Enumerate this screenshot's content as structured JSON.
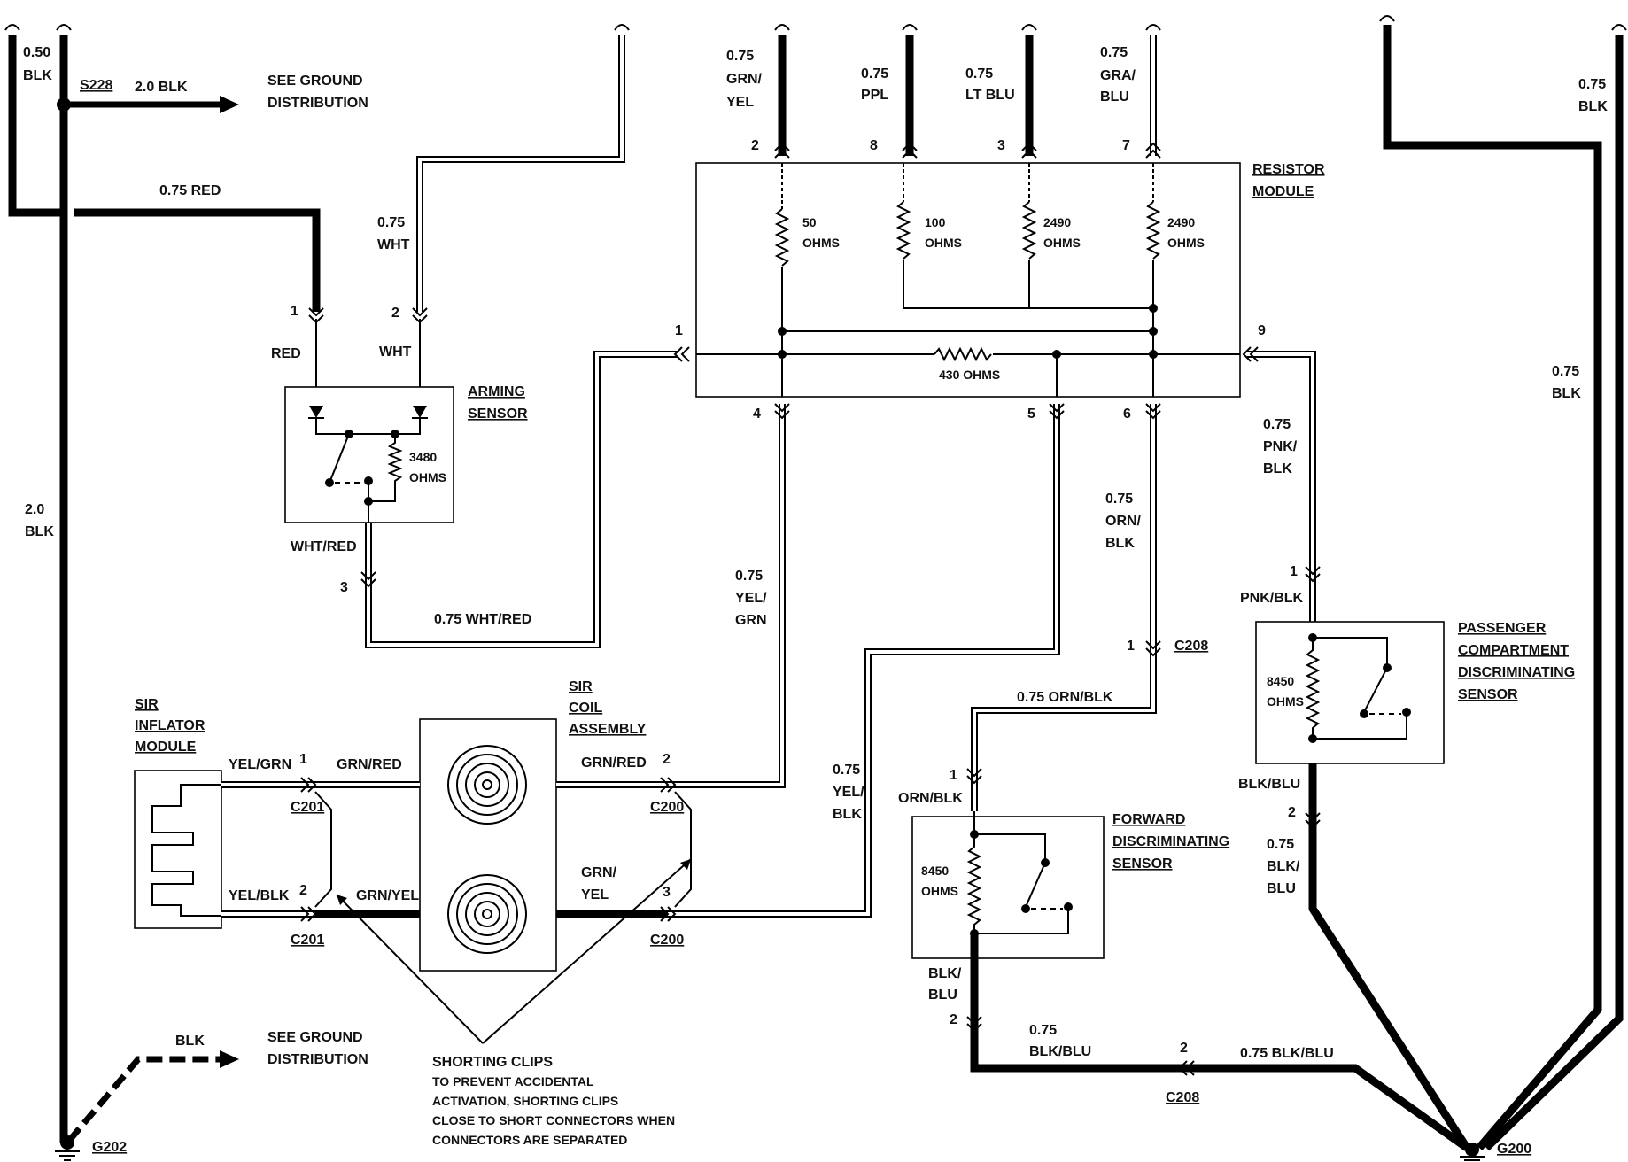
{
  "top_wires": [
    {
      "size": "0.75",
      "color1": "GRN/",
      "color2": "YEL",
      "pin": "2"
    },
    {
      "size": "0.75",
      "color1": "PPL",
      "color2": "",
      "pin": "8"
    },
    {
      "size": "0.75",
      "color1": "LT BLU",
      "color2": "",
      "pin": "3"
    },
    {
      "size": "0.75",
      "color1": "GRA/",
      "color2": "BLU",
      "pin": "7"
    }
  ],
  "resistor_module": {
    "title1": "RESISTOR",
    "title2": "MODULE",
    "r1": [
      "50",
      "OHMS"
    ],
    "r2": [
      "100",
      "OHMS"
    ],
    "r3": [
      "2490",
      "OHMS"
    ],
    "r4": [
      "2490",
      "OHMS"
    ],
    "r5": "430 OHMS",
    "pins": {
      "p1": "1",
      "p4": "4",
      "p5": "5",
      "p6": "6",
      "p9": "9"
    }
  },
  "left_feed": {
    "size_top": "0.50",
    "color_top": "BLK",
    "splice": "S228",
    "splice_wire": "2.0 BLK",
    "see_ground1": "SEE GROUND",
    "see_ground2": "DISTRIBUTION",
    "red_wire": "0.75 RED",
    "main_size": "2.0",
    "main_color": "BLK"
  },
  "arming_sensor": {
    "title1": "ARMING",
    "title2": "SENSOR",
    "pin1": "1",
    "pin2": "2",
    "pin3": "3",
    "red": "RED",
    "wht": "WHT",
    "wht_size": "0.75",
    "wht_color": "WHT",
    "res1": "3480",
    "res2": "OHMS",
    "out": "WHT/RED",
    "out_wire": "0.75 WHT/RED"
  },
  "yel_grn_wire": {
    "size": "0.75",
    "c1": "YEL/",
    "c2": "GRN"
  },
  "yel_blk_wire": {
    "size": "0.75",
    "c1": "YEL/",
    "c2": "BLK"
  },
  "orn_blk_wire": {
    "size": "0.75",
    "c1": "ORN/",
    "c2": "BLK",
    "pin": "1",
    "conn": "C208",
    "mid": "0.75 ORN/BLK",
    "low": "ORN/BLK",
    "lowpin": "1"
  },
  "pnk_blk_wire": {
    "size": "0.75",
    "c1": "PNK/",
    "c2": "BLK",
    "pin": "1",
    "label": "PNK/BLK"
  },
  "sir_inflator": {
    "t1": "SIR",
    "t2": "INFLATOR",
    "t3": "MODULE"
  },
  "sir_coil": {
    "t1": "SIR",
    "t2": "COIL",
    "t3": "ASSEMBLY"
  },
  "coil_wires": {
    "yel_grn": "YEL/GRN",
    "yel_blk": "YEL/BLK",
    "grn_red_l": "GRN/RED",
    "grn_red_r": "GRN/RED",
    "grn_yel_l": "GRN/YEL",
    "grn_yel_r1": "GRN/",
    "grn_yel_r2": "YEL",
    "pin1": "1",
    "pin2": "2",
    "pin2r": "2",
    "pin3r": "3",
    "c201a": "C201",
    "c201b": "C201",
    "c200a": "C200",
    "c200b": "C200"
  },
  "shorting": {
    "title": "SHORTING CLIPS",
    "l1": "TO PREVENT ACCIDENTAL",
    "l2": "ACTIVATION, SHORTING CLIPS",
    "l3": "CLOSE TO SHORT CONNECTORS WHEN",
    "l4": "CONNECTORS ARE SEPARATED"
  },
  "ground_lower": {
    "wire": "BLK",
    "see1": "SEE GROUND",
    "see2": "DISTRIBUTION",
    "g": "G202"
  },
  "forward_sensor": {
    "t1": "FORWARD",
    "t2": "DISCRIMINATING",
    "t3": "SENSOR",
    "r1": "8450",
    "r2": "OHMS",
    "out1": "BLK/",
    "out2": "BLU",
    "pin": "2",
    "w_size": "0.75",
    "w_color": "BLK/BLU",
    "c208": "C208",
    "c208pin": "2",
    "right_wire": "0.75 BLK/BLU"
  },
  "passenger_sensor": {
    "t1": "PASSENGER",
    "t2": "COMPARTMENT",
    "t3": "DISCRIMINATING",
    "t4": "SENSOR",
    "r1": "8450",
    "r2": "OHMS",
    "out": "BLK/BLU",
    "pin": "2",
    "w_size": "0.75",
    "w_c1": "BLK/",
    "w_c2": "BLU"
  },
  "right_blk": {
    "size1": "0.75",
    "color1": "BLK",
    "size2": "0.75",
    "color2": "BLK"
  },
  "g200": "G200"
}
